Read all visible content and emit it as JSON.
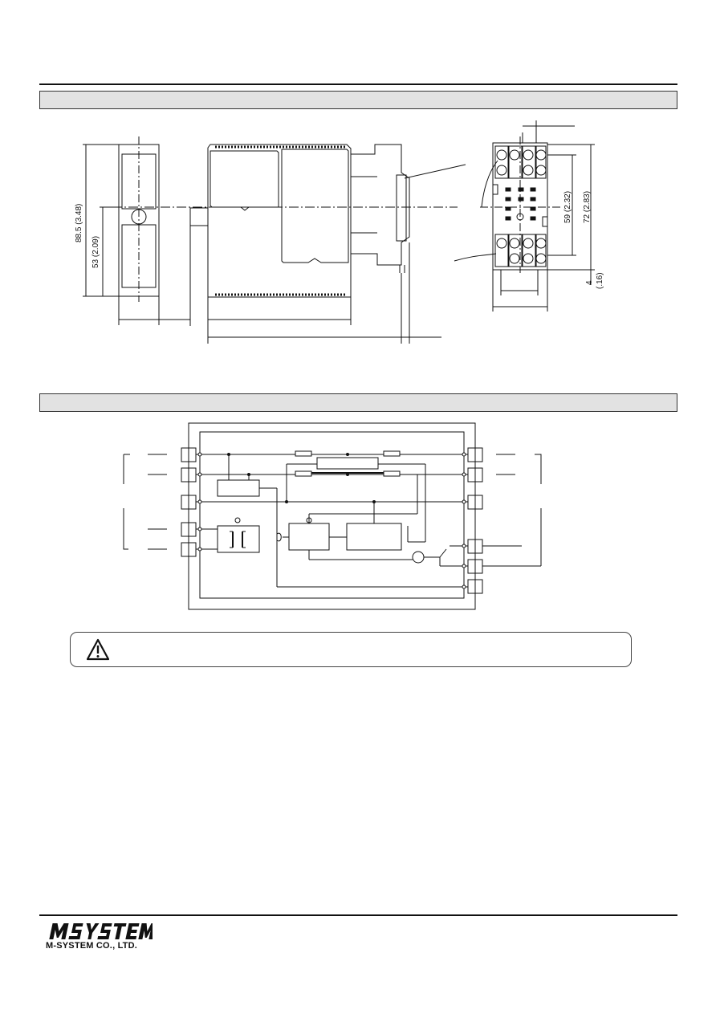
{
  "dimensions": {
    "height_total": "88.5 (3.48)",
    "height_center": "53 (2.09)",
    "socket_pitch": "59 (2.32)",
    "socket_height": "72 (2.83)",
    "socket_offset_mm": "4",
    "socket_offset_in": "(.16)"
  },
  "footer": {
    "logo_text": "MSYSTEM",
    "company": "M-SYSTEM CO., LTD."
  }
}
